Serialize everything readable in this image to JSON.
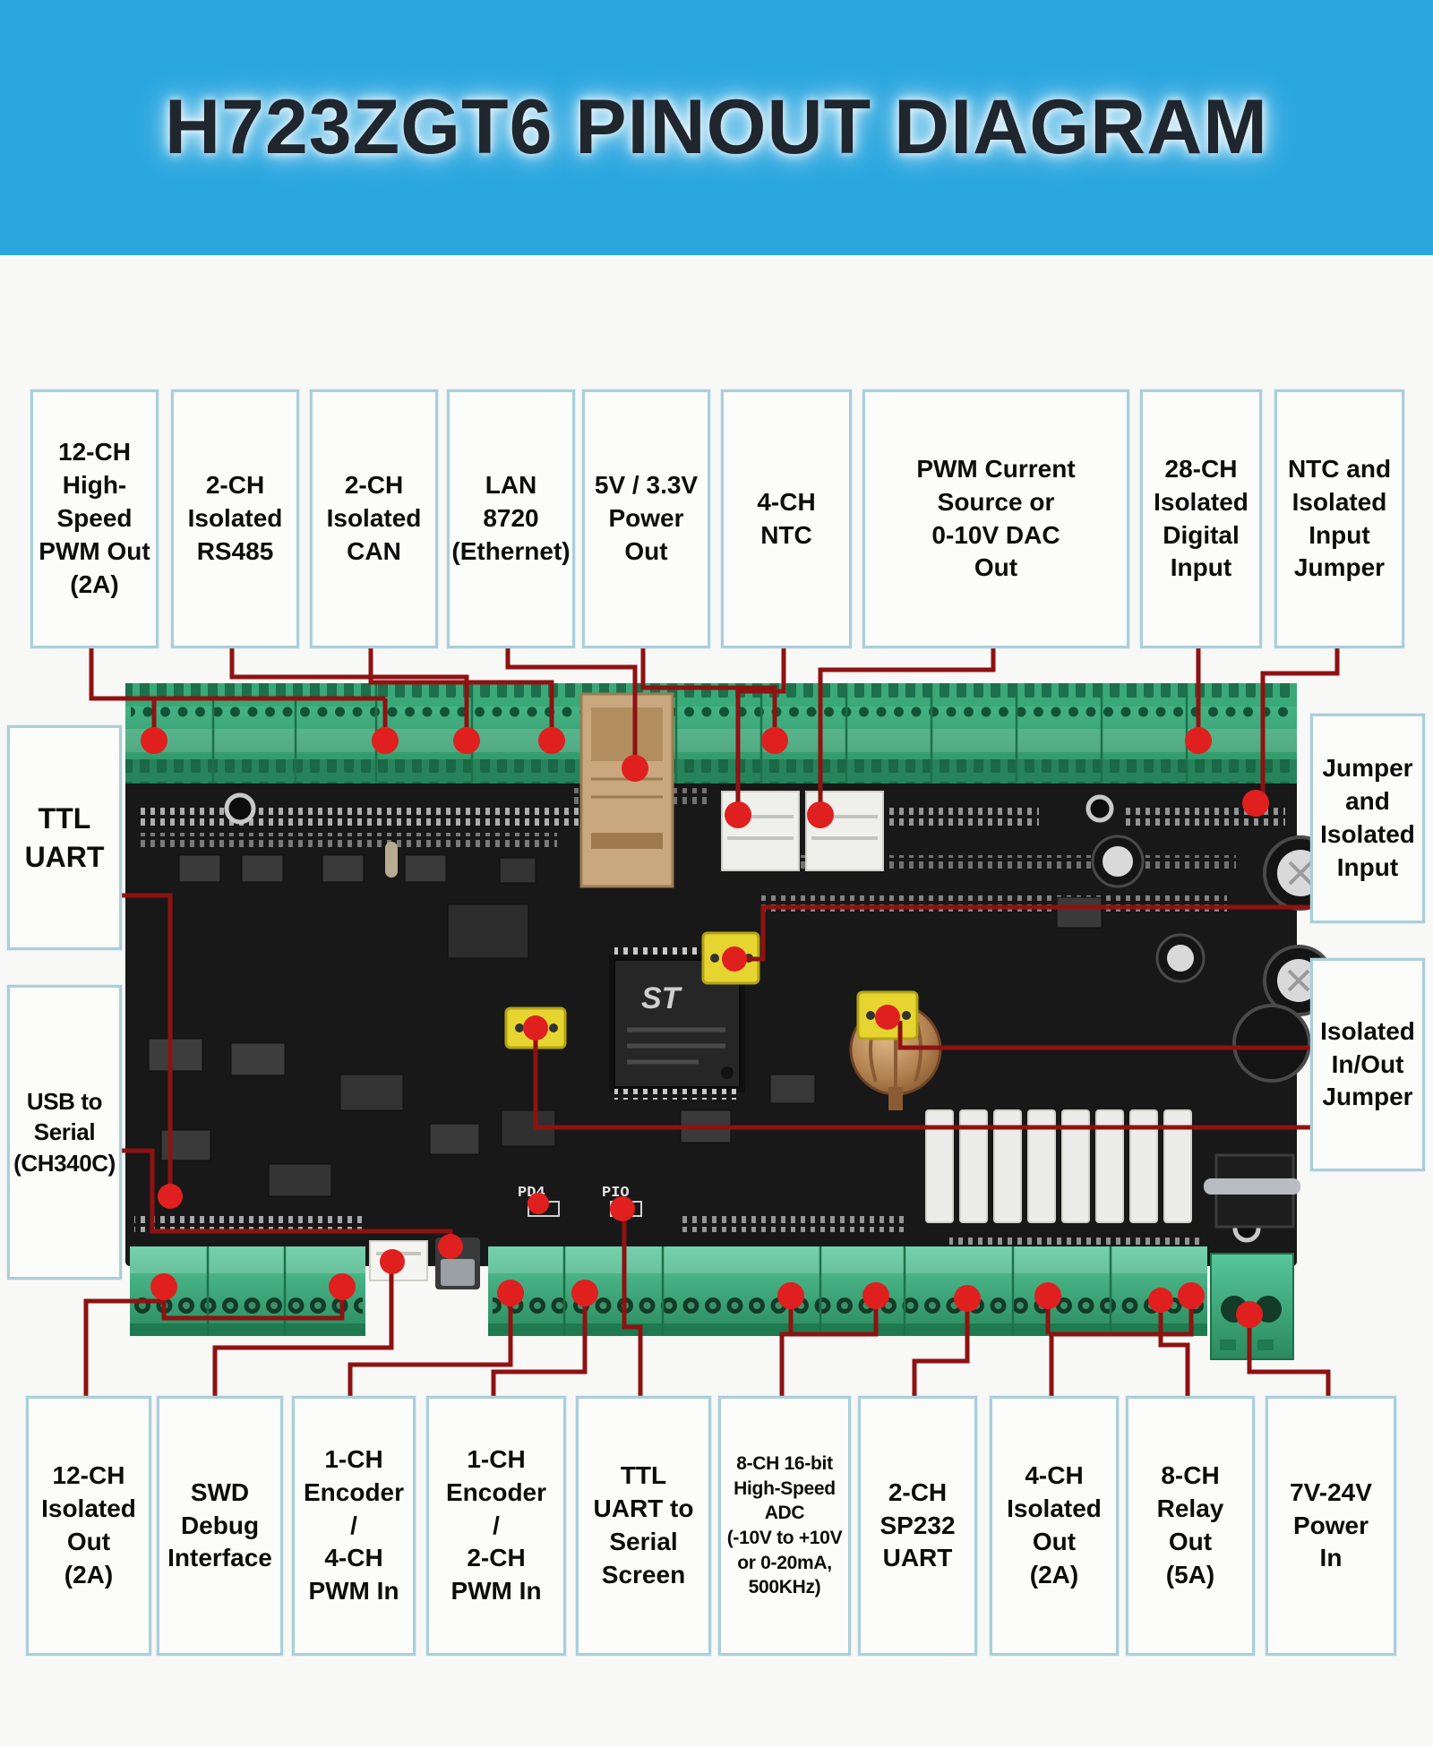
{
  "header": {
    "title": "H723ZGT6 PINOUT DIAGRAM"
  },
  "colors": {
    "header_bg": "#2ba7e0",
    "title_text": "#20262e",
    "box_border": "#a9cfdb",
    "box_fill": "#fcfcfa",
    "connector_line": "#8e1212",
    "connector_dot": "#e01f1f",
    "pcb_black": "#181818",
    "terminal_green": "#36a371",
    "relay_white": "#ececea",
    "jumper_yellow": "#e6d530",
    "ethernet_tan": "#caa87f"
  },
  "labels": {
    "top": [
      {
        "id": "pwm-out",
        "text": "12-CH\nHigh-\nSpeed\nPWM Out\n(2A)"
      },
      {
        "id": "rs485",
        "text": "2-CH\nIsolated\nRS485"
      },
      {
        "id": "can",
        "text": "2-CH\nIsolated\nCAN"
      },
      {
        "id": "lan",
        "text": "LAN\n8720\n(Ethernet)"
      },
      {
        "id": "power-out",
        "text": "5V / 3.3V\nPower\nOut"
      },
      {
        "id": "ntc",
        "text": "4-CH\nNTC"
      },
      {
        "id": "dac-out",
        "text": "PWM Current\nSource or\n0-10V DAC\nOut"
      },
      {
        "id": "digital-input",
        "text": "28-CH\nIsolated\nDigital\nInput"
      },
      {
        "id": "ntc-jumper",
        "text": "NTC and\nIsolated\nInput\nJumper"
      }
    ],
    "left": [
      {
        "id": "ttl-uart",
        "text": "TTL\nUART"
      },
      {
        "id": "usb-serial",
        "text": "USB to\nSerial\n(CH340C)"
      }
    ],
    "right": [
      {
        "id": "jumper-isolated-input",
        "text": "Jumper\nand\nIsolated\nInput"
      },
      {
        "id": "isolated-io-jumper",
        "text": "Isolated\nIn/Out\nJumper"
      }
    ],
    "bottom": [
      {
        "id": "isolated-out-12",
        "text": "12-CH\nIsolated\nOut\n(2A)"
      },
      {
        "id": "swd",
        "text": "SWD\nDebug\nInterface"
      },
      {
        "id": "encoder-4pwm",
        "text": "1-CH\nEncoder\n/\n4-CH\nPWM In"
      },
      {
        "id": "encoder-2pwm",
        "text": "1-CH\nEncoder\n/\n2-CH\nPWM In"
      },
      {
        "id": "uart-screen",
        "text": "TTL\nUART to\nSerial\nScreen"
      },
      {
        "id": "adc",
        "text": "8-CH 16-bit\nHigh-Speed\nADC\n(-10V to +10V\nor 0-20mA,\n500KHz)"
      },
      {
        "id": "sp232",
        "text": "2-CH\nSP232\nUART"
      },
      {
        "id": "isolated-out-4",
        "text": "4-CH\nIsolated\nOut\n(2A)"
      },
      {
        "id": "relay-out",
        "text": "8-CH\nRelay\nOut\n(5A)"
      },
      {
        "id": "power-in",
        "text": "7V-24V\nPower\nIn"
      }
    ]
  },
  "silkscreen": {
    "pd4": "PD4",
    "pio": "PIO",
    "st_logo": "ST"
  }
}
